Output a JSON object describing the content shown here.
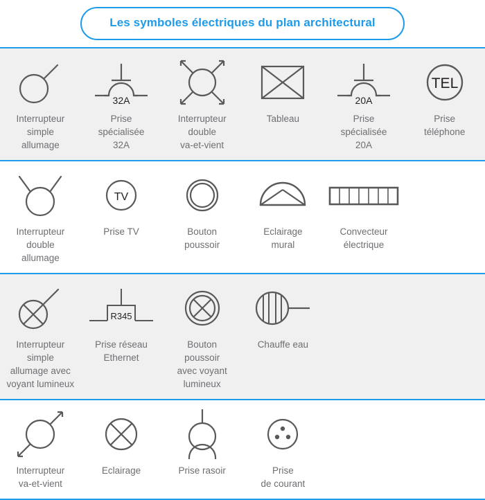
{
  "header": {
    "title": "Les symboles électriques du plan architectural",
    "accent_color": "#1E9BE9"
  },
  "colors": {
    "accent": "#1E9BE9",
    "stroke": "#59595C",
    "label_text": "#6E6E73",
    "shaded_row_bg": "#F0F0F0",
    "plain_row_bg": "#FFFFFF"
  },
  "rows": [
    {
      "shaded": true,
      "items": [
        {
          "icon": "switch-single-symbol",
          "label": "Interrupteur\nsimple\nallumage"
        },
        {
          "icon": "socket-specialized-symbol",
          "label": "Prise\nspécialisée\n32A",
          "inline_text": "32A"
        },
        {
          "icon": "switch-double-two-way-symbol",
          "label": "Interrupteur\ndouble\nva-et-vient"
        },
        {
          "icon": "panel-board-symbol",
          "label": "Tableau"
        },
        {
          "icon": "socket-specialized-symbol",
          "label": "Prise\nspécialisée\n20A",
          "inline_text": "20A"
        },
        {
          "icon": "telephone-socket-symbol",
          "label": "Prise\ntéléphone",
          "inline_text": "TEL"
        }
      ]
    },
    {
      "shaded": false,
      "items": [
        {
          "icon": "switch-double-symbol",
          "label": "Interrupteur\ndouble\nallumage"
        },
        {
          "icon": "tv-socket-symbol",
          "label": "Prise TV",
          "inline_text": "TV"
        },
        {
          "icon": "push-button-symbol",
          "label": "Bouton\npoussoir"
        },
        {
          "icon": "wall-light-symbol",
          "label": "Eclairage\nmural"
        },
        {
          "icon": "convector-symbol",
          "label": "Convecteur\nélectrique"
        }
      ]
    },
    {
      "shaded": true,
      "items": [
        {
          "icon": "switch-single-indicator-symbol",
          "label": "Interrupteur\nsimple\nallumage  avec\nvoyant lumineux"
        },
        {
          "icon": "ethernet-socket-symbol",
          "label": "Prise réseau\nEthernet",
          "inline_text": "R345"
        },
        {
          "icon": "push-button-indicator-symbol",
          "label": "Bouton\npoussoir\navec voyant\nlumineux"
        },
        {
          "icon": "water-heater-symbol",
          "label": "Chauffe eau"
        }
      ]
    },
    {
      "shaded": false,
      "items": [
        {
          "icon": "switch-two-way-symbol",
          "label": "Interrupteur\nva-et-vient"
        },
        {
          "icon": "lighting-symbol",
          "label": "Eclairage"
        },
        {
          "icon": "shaver-socket-symbol",
          "label": "Prise rasoir"
        },
        {
          "icon": "power-socket-symbol",
          "label": "Prise\nde courant"
        }
      ]
    }
  ]
}
